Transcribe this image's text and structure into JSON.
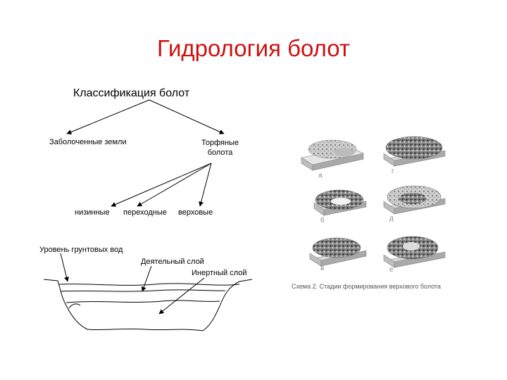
{
  "title": "Гидрология болот",
  "classification": {
    "root": "Классификация болот",
    "branch_wetlands": "Заболоченные земли",
    "branch_peat_line1": "Торфяные",
    "branch_peat_line2": "болота",
    "types": [
      "низинные",
      "переходные",
      "верховые"
    ]
  },
  "profile": {
    "groundwater_label": "Уровень грунтовых вод",
    "active_layer_label": "Деятельный слой",
    "inert_layer_label": "Инертный слой"
  },
  "stages": {
    "labels": [
      "а",
      "б",
      "в",
      "г",
      "д",
      "е"
    ],
    "caption": "Схема 2. Стадии формирования верхового болота"
  },
  "colors": {
    "title": "#cc1111"
  }
}
